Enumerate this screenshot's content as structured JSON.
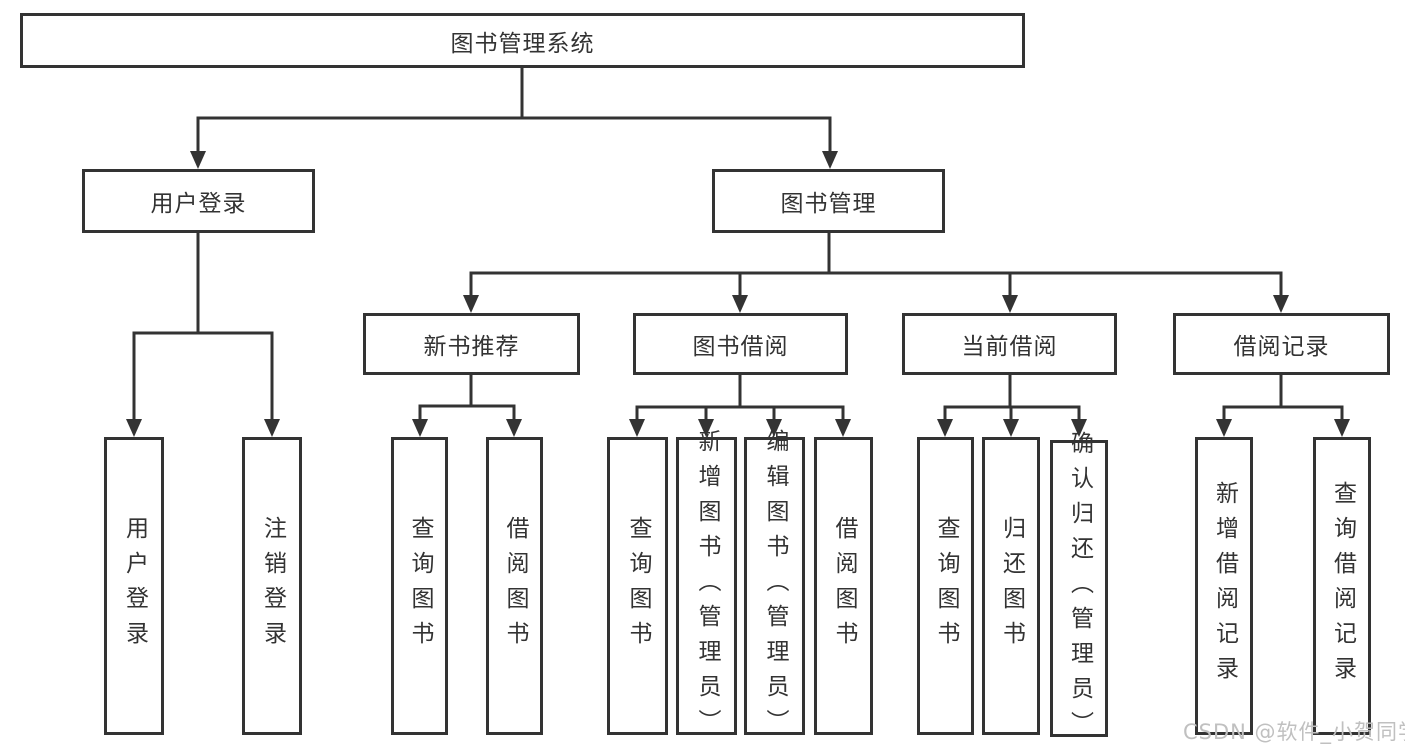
{
  "tree": {
    "root": {
      "label": "图书管理系统"
    },
    "branches": [
      {
        "label": "用户登录",
        "children": [
          {
            "label": "用户登录"
          },
          {
            "label": "注销登录"
          }
        ]
      },
      {
        "label": "图书管理",
        "sections": [
          {
            "label": "新书推荐",
            "children": [
              {
                "label": "查询图书"
              },
              {
                "label": "借阅图书"
              }
            ]
          },
          {
            "label": "图书借阅",
            "children": [
              {
                "label": "查询图书"
              },
              {
                "label": "新增图书（管理员）"
              },
              {
                "label": "编辑图书（管理员）"
              },
              {
                "label": "借阅图书"
              }
            ]
          },
          {
            "label": "当前借阅",
            "children": [
              {
                "label": "查询图书"
              },
              {
                "label": "归还图书"
              },
              {
                "label": "确认归还（管理员）"
              }
            ]
          },
          {
            "label": "借阅记录",
            "children": [
              {
                "label": "新增借阅记录"
              },
              {
                "label": "查询借阅记录"
              }
            ]
          }
        ]
      }
    ]
  },
  "watermark": {
    "text": "CSDN @软件_小贺同学"
  },
  "colors": {
    "line": "#333333",
    "box_border": "#333333",
    "text": "#333333",
    "watermark": "#c0c0c0",
    "background": "#ffffff"
  }
}
